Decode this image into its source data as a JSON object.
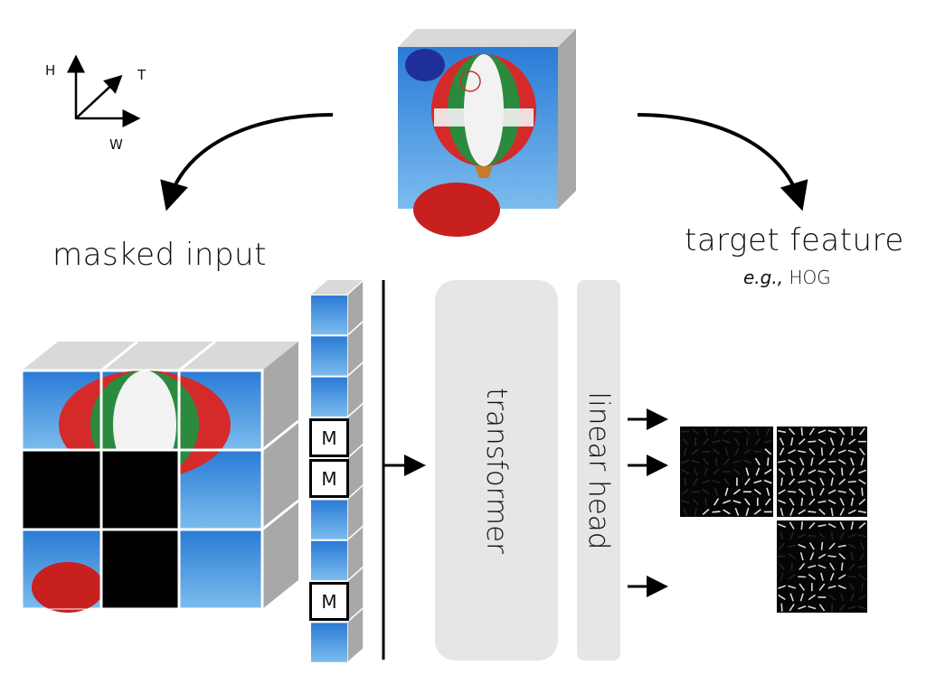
{
  "axes": {
    "h_label": "H",
    "t_label": "T",
    "w_label": "W"
  },
  "labels": {
    "masked_input": "masked input",
    "target_feature": "target feature",
    "target_example_prefix": "e.g.,",
    "target_example": "HOG",
    "transformer": "transformer",
    "linear_head": "linear head"
  },
  "colors": {
    "sky_top": "#2a7bd6",
    "sky_bottom": "#7cbcee",
    "cube_top": "#d9d9d9",
    "cube_side": "#a8a8a8",
    "block_fill": "#e6e6e6",
    "mask": "#000000"
  },
  "masked_grid": [
    [
      "image",
      "image",
      "image"
    ],
    [
      "masked",
      "masked",
      "image"
    ],
    [
      "image",
      "masked",
      "image"
    ]
  ],
  "tokens": [
    {
      "type": "image",
      "label": ""
    },
    {
      "type": "image",
      "label": ""
    },
    {
      "type": "image",
      "label": ""
    },
    {
      "type": "mask",
      "label": "M"
    },
    {
      "type": "mask",
      "label": "M"
    },
    {
      "type": "image",
      "label": ""
    },
    {
      "type": "image",
      "label": ""
    },
    {
      "type": "mask",
      "label": "M"
    },
    {
      "type": "image",
      "label": ""
    }
  ],
  "hog_patches": [
    "masked-patch-1",
    "masked-patch-2",
    "masked-patch-3"
  ]
}
